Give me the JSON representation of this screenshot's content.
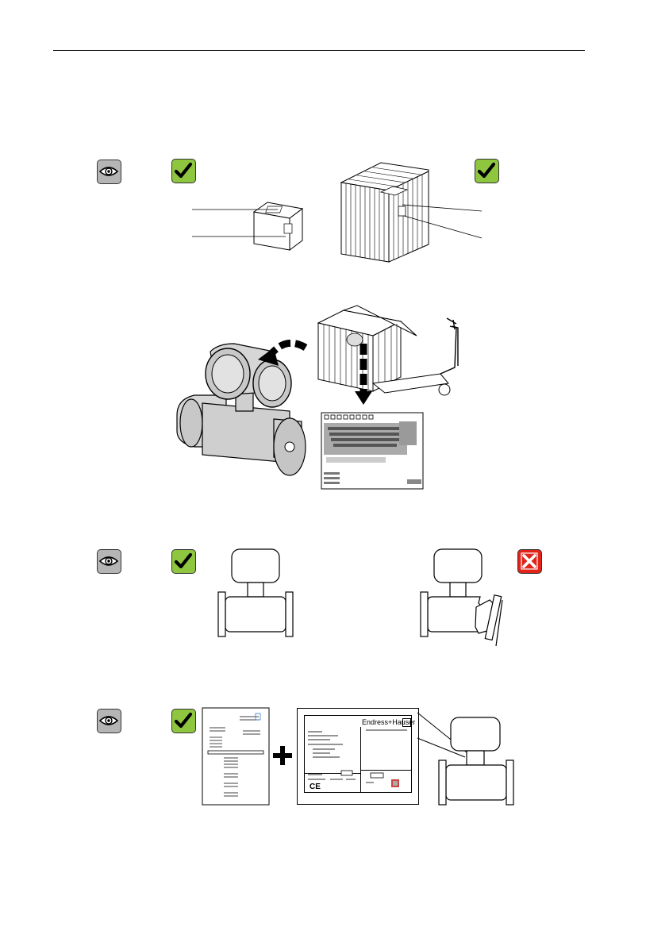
{
  "brand": {
    "name": "Endress+Hauser",
    "logo_mark": "E+H"
  },
  "colors": {
    "check_green": "#8ec63f",
    "cross_red": "#e2231a",
    "eye_gray": "#b5b5b5",
    "device_gray": "#cfcfcf"
  },
  "icons": {
    "inspect": "eye-icon",
    "ok": "check-icon",
    "not_ok": "cross-icon"
  },
  "sections": [
    {
      "name": "packaging-inspection",
      "symbols": [
        "eye-icon",
        "check-icon",
        "check-icon"
      ]
    },
    {
      "name": "unpacking-scope-of-delivery",
      "symbols": []
    },
    {
      "name": "device-damage-inspection",
      "symbols": [
        "eye-icon",
        "check-icon",
        "cross-icon"
      ]
    },
    {
      "name": "nameplate-vs-order",
      "symbols": [
        "eye-icon",
        "check-icon"
      ]
    }
  ]
}
